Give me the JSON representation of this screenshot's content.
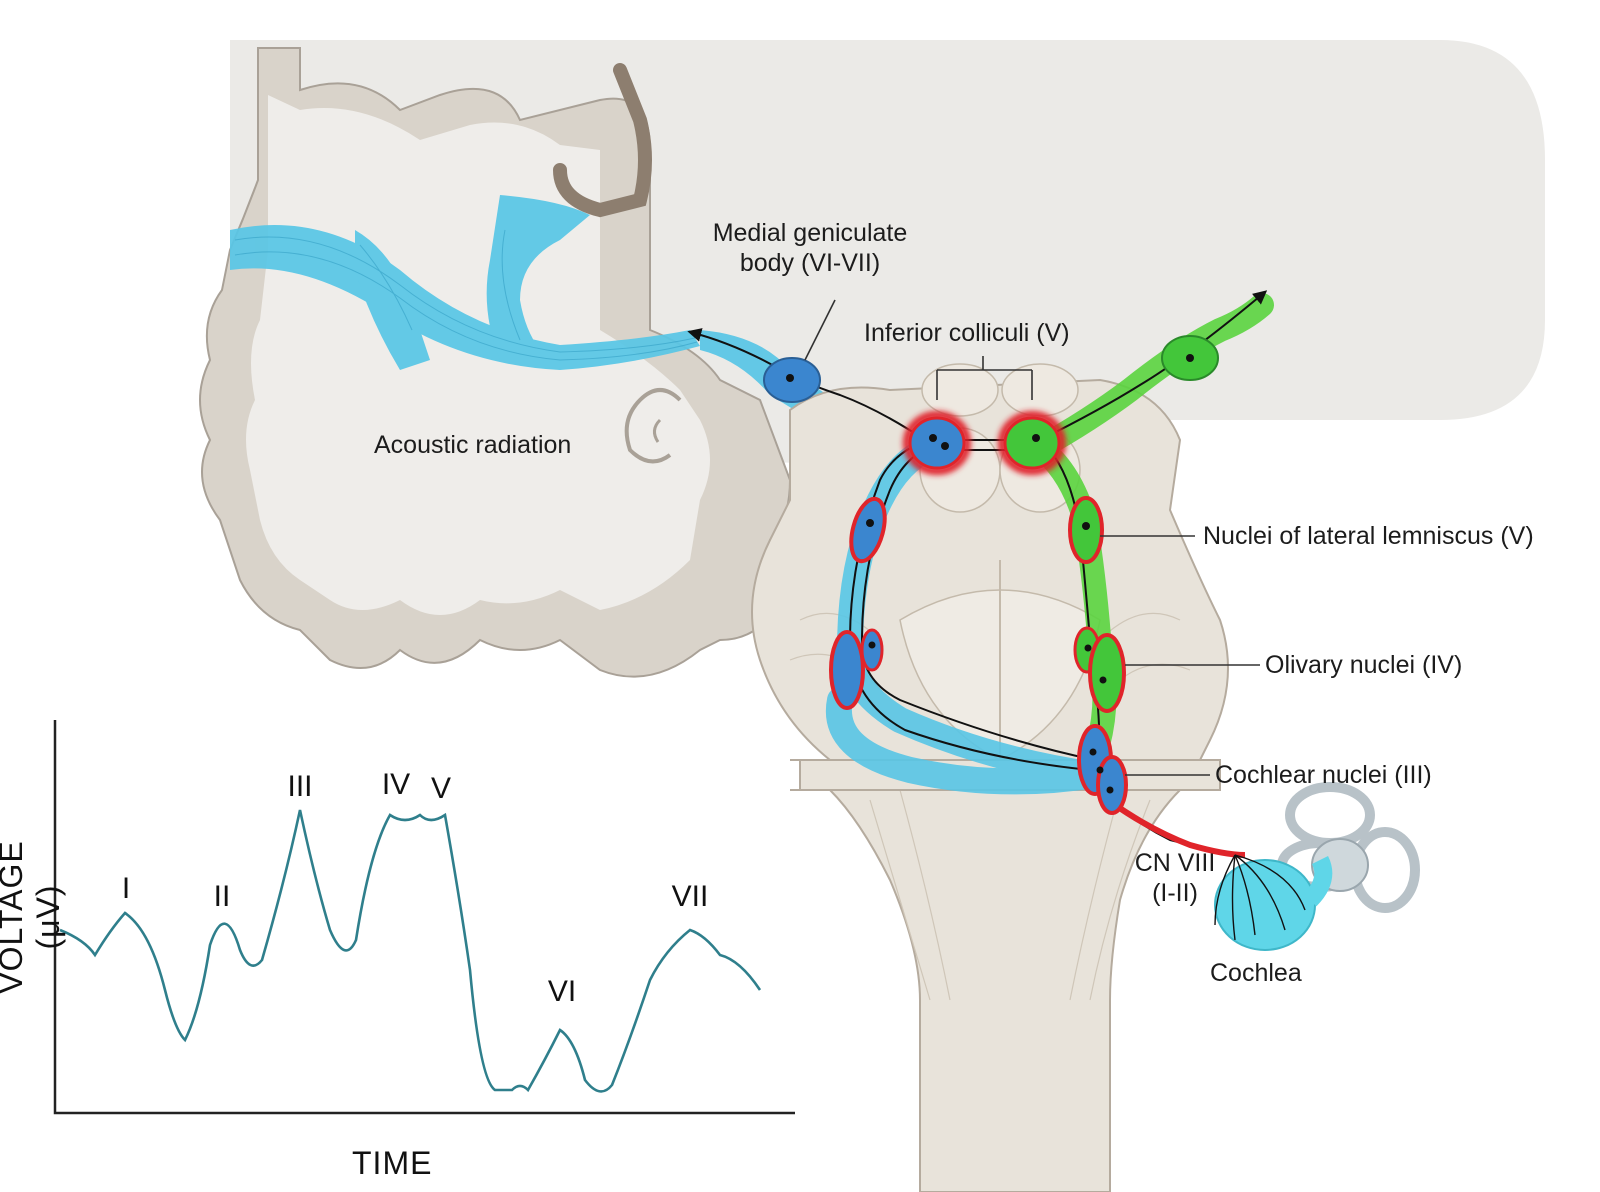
{
  "labels": {
    "medial_geniculate_line1": "Medial geniculate",
    "medial_geniculate_line2": "body (VI-VII)",
    "inferior_colliculi": "Inferior colliculi (V)",
    "acoustic_radiation": "Acoustic radiation",
    "lateral_lemniscus": "Nuclei of lateral lemniscus (V)",
    "olivary": "Olivary nuclei (IV)",
    "cochlear_nuclei": "Cochlear nuclei (III)",
    "cn8_line1": "CN VIII",
    "cn8_line2": "(I-II)",
    "cochlea": "Cochlea"
  },
  "chart_data": {
    "type": "line",
    "xlabel": "TIME",
    "ylabel": "VOLTAGE (μV)",
    "waves": [
      {
        "label": "I"
      },
      {
        "label": "II"
      },
      {
        "label": "III"
      },
      {
        "label": "IV"
      },
      {
        "label": "V"
      },
      {
        "label": "VI"
      },
      {
        "label": "VII"
      }
    ]
  },
  "colors": {
    "ipsilateral_tract": "#4fc3e0",
    "contralateral_tract": "#52cc3a",
    "nucleus_highlight": "#e0242a",
    "trace": "#2f7f8c",
    "brain_tissue": "#d8d2c8",
    "white_matter": "#efedea"
  }
}
